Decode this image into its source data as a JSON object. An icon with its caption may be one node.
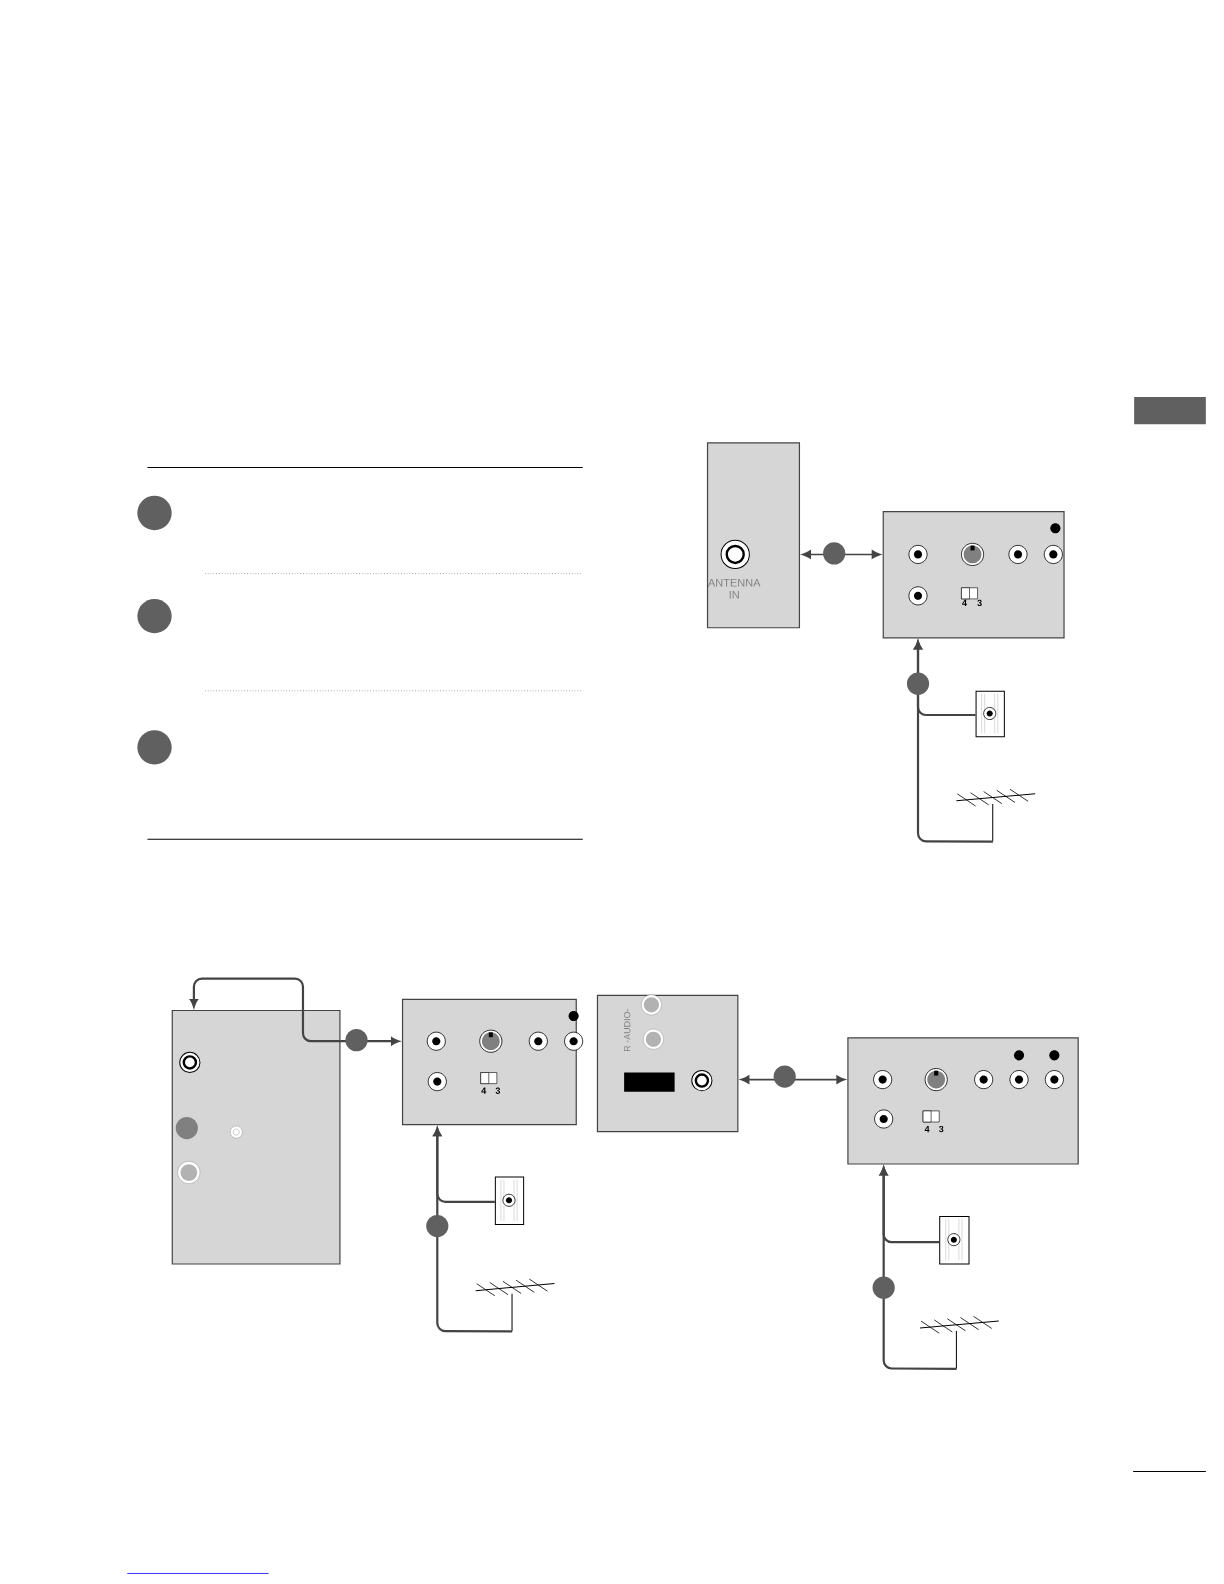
{
  "diagram": {
    "nodes": [
      {
        "text": [
          "ANTENNA IN"
        ]
      },
      {
        "text": [
          "4",
          "3"
        ]
      },
      {
        "text": [],
        "shape": "box"
      },
      {
        "text": [],
        "shape": "antenna"
      },
      {
        "text": [],
        "shape": "panel"
      },
      {
        "text": [
          "4",
          "3"
        ]
      },
      {
        "text": [],
        "shape": "box"
      },
      {
        "text": [],
        "shape": "antenna"
      },
      {
        "text": [
          "R -AUDIO-"
        ]
      },
      {
        "text": [
          "4",
          "3"
        ]
      },
      {
        "text": [],
        "shape": "box"
      },
      {
        "text": [],
        "shape": "antenna"
      }
    ],
    "edges": [
      {
        "from": 1,
        "to": 0,
        "arrow": "both"
      },
      {
        "from": 2,
        "to": 1,
        "arrow": "to"
      },
      {
        "from": 3,
        "to": 1,
        "arrow": "to"
      },
      {
        "from": 5,
        "to": 4,
        "arrow": "both"
      },
      {
        "from": 6,
        "to": 5,
        "arrow": "to"
      },
      {
        "from": 7,
        "to": 5,
        "arrow": "to"
      },
      {
        "from": 9,
        "to": 8,
        "arrow": "both"
      },
      {
        "from": 10,
        "to": 9,
        "arrow": "to"
      },
      {
        "from": 11,
        "to": 9,
        "arrow": "to"
      }
    ]
  }
}
